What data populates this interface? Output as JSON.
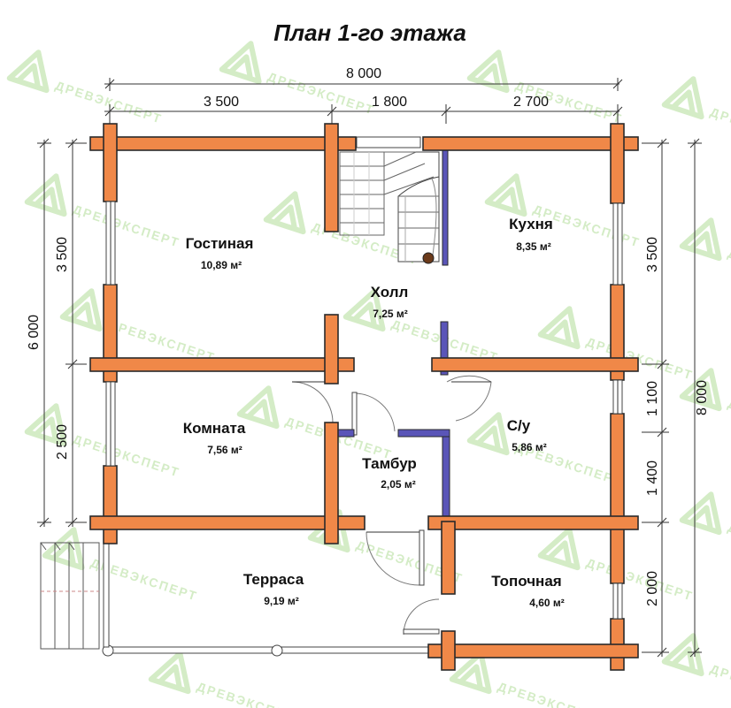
{
  "title": "План 1-го этажа",
  "watermark": "ДРЕВЭКСПЕРТ",
  "colors": {
    "log_wall": "#f08848",
    "partition": "#5a55b8",
    "watermark": "#c6e6b3"
  },
  "dimensions": {
    "top_total": "8 000",
    "top_segments": [
      "3 500",
      "1 800",
      "2 700"
    ],
    "left_total": "6 000",
    "left_segments": [
      "3 500",
      "2 500"
    ],
    "right_total": "8 000",
    "right_segments": [
      "3 500",
      "1 100",
      "1 400",
      "2 000"
    ]
  },
  "rooms": [
    {
      "id": "gostinaya",
      "name": "Гостиная",
      "area": "10,89 м²"
    },
    {
      "id": "kukhnya",
      "name": "Кухня",
      "area": "8,35 м²"
    },
    {
      "id": "holl",
      "name": "Холл",
      "area": "7,25 м²"
    },
    {
      "id": "komnata",
      "name": "Комната",
      "area": "7,56 м²"
    },
    {
      "id": "su",
      "name": "С/у",
      "area": "5,86 м²"
    },
    {
      "id": "tambur",
      "name": "Тамбур",
      "area": "2,05 м²"
    },
    {
      "id": "terrasa",
      "name": "Терраса",
      "area": "9,19 м²"
    },
    {
      "id": "topochnaya",
      "name": "Топочная",
      "area": "4,60 м²"
    }
  ]
}
